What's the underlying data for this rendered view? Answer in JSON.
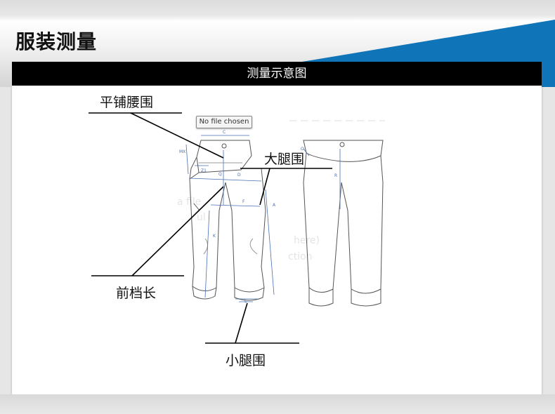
{
  "header": {
    "title": "服装测量",
    "bar_title": "测量示意图",
    "accent_color": "#0f74b8"
  },
  "labels": {
    "waist": "平铺腰围",
    "thigh": "大腿围",
    "front_rise": "前档长",
    "calf": "小腿围"
  },
  "tooltip": "No file chosen",
  "ghost_text": [
    "a file",
    "ul",
    "here)",
    "ction"
  ],
  "dimension_marks": [
    "C",
    "MX",
    "Q",
    "D",
    "Z1",
    "F",
    "A",
    "K",
    "L",
    "R",
    "O"
  ]
}
